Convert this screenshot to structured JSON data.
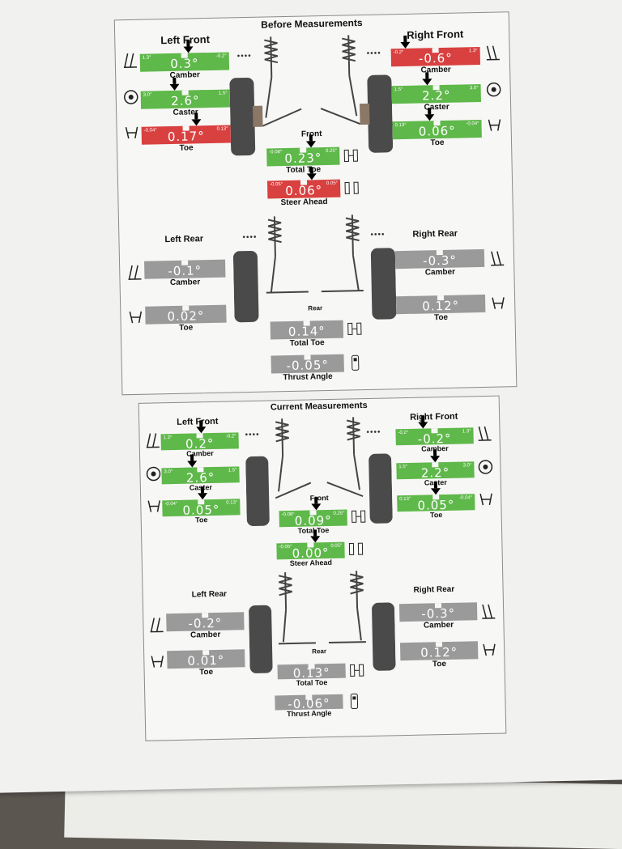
{
  "before": {
    "title": "Before Measurements",
    "front": {
      "left_header": "Left Front",
      "right_header": "Right Front",
      "label": "Front",
      "camber": {
        "label": "Camber",
        "left": {
          "value": "0.3°",
          "min": "1.3°",
          "max": "-0.2°",
          "status": "green"
        },
        "right": {
          "value": "-0.6°",
          "min": "-0.2°",
          "max": "1.3°",
          "status": "red"
        }
      },
      "caster": {
        "label": "Caster",
        "left": {
          "value": "2.6°",
          "min": "3.0°",
          "max": "1.5°",
          "status": "green"
        },
        "right": {
          "value": "2.2°",
          "min": "1.5°",
          "max": "3.0°",
          "status": "green"
        }
      },
      "toe": {
        "label": "Toe",
        "left": {
          "value": "0.17°",
          "min": "-0.04°",
          "max": "0.13°",
          "status": "red"
        },
        "right": {
          "value": "0.06°",
          "min": "0.13°",
          "max": "-0.04°",
          "status": "green"
        }
      },
      "total_toe": {
        "label": "Total Toe",
        "value": "0.23°",
        "min": "-0.08°",
        "max": "0.25°",
        "status": "green"
      },
      "steer_ahead": {
        "label": "Steer Ahead",
        "value": "0.06°",
        "min": "-0.05°",
        "max": "0.05°",
        "status": "red"
      }
    },
    "rear": {
      "left_header": "Left Rear",
      "right_header": "Right Rear",
      "label": "Rear",
      "camber": {
        "label": "Camber",
        "left": {
          "value": "-0.1°"
        },
        "right": {
          "value": "-0.3°"
        }
      },
      "toe": {
        "label": "Toe",
        "left": {
          "value": "0.02°"
        },
        "right": {
          "value": "0.12°"
        }
      },
      "total_toe": {
        "label": "Total Toe",
        "value": "0.14°"
      },
      "thrust_angle": {
        "label": "Thrust Angle",
        "value": "-0.05°"
      }
    }
  },
  "current": {
    "title": "Current Measurements",
    "front": {
      "left_header": "Left Front",
      "right_header": "Right Front",
      "label": "Front",
      "camber": {
        "label": "Camber",
        "left": {
          "value": "0.2°",
          "min": "1.3°",
          "max": "-0.2°",
          "status": "green"
        },
        "right": {
          "value": "-0.2°",
          "min": "-0.2°",
          "max": "1.3°",
          "status": "green"
        }
      },
      "caster": {
        "label": "Caster",
        "left": {
          "value": "2.6°",
          "min": "3.0°",
          "max": "1.5°",
          "status": "green"
        },
        "right": {
          "value": "2.2°",
          "min": "1.5°",
          "max": "3.0°",
          "status": "green"
        }
      },
      "toe": {
        "label": "Toe",
        "left": {
          "value": "0.05°",
          "min": "-0.04°",
          "max": "0.13°",
          "status": "green"
        },
        "right": {
          "value": "0.05°",
          "min": "0.13°",
          "max": "-0.04°",
          "status": "green"
        }
      },
      "total_toe": {
        "label": "Total Toe",
        "value": "0.09°",
        "min": "-0.08°",
        "max": "0.25°",
        "status": "green"
      },
      "steer_ahead": {
        "label": "Steer Ahead",
        "value": "0.00°",
        "min": "-0.05°",
        "max": "0.05°",
        "status": "green"
      }
    },
    "rear": {
      "left_header": "Left Rear",
      "right_header": "Right Rear",
      "label": "Rear",
      "camber": {
        "label": "Camber",
        "left": {
          "value": "-0.2°"
        },
        "right": {
          "value": "-0.3°"
        }
      },
      "toe": {
        "label": "Toe",
        "left": {
          "value": "0.01°"
        },
        "right": {
          "value": "0.12°"
        }
      },
      "total_toe": {
        "label": "Total Toe",
        "value": "0.13°"
      },
      "thrust_angle": {
        "label": "Thrust Angle",
        "value": "-0.06°"
      }
    }
  },
  "colors": {
    "in_spec": "#5fb84a",
    "out_of_spec": "#d94040",
    "rear": "#9a9a9a"
  },
  "icons": [
    "camber-icon",
    "caster-icon",
    "toe-icon",
    "total-toe-icon",
    "steer-ahead-icon",
    "thrust-angle-icon"
  ]
}
